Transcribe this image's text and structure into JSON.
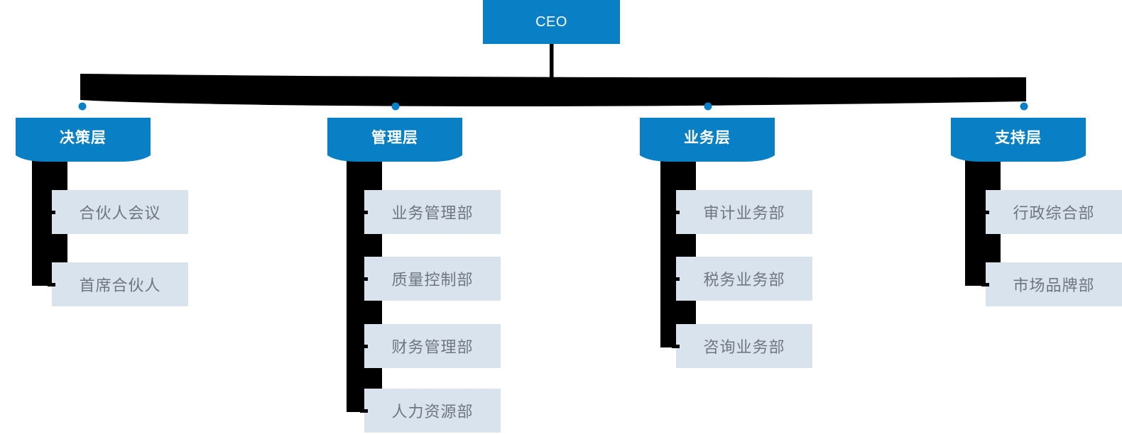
{
  "root": {
    "label": "CEO"
  },
  "branches": [
    {
      "label": "决策层",
      "children": [
        "合伙人会议",
        "首席合伙人"
      ]
    },
    {
      "label": "管理层",
      "children": [
        "业务管理部",
        "质量控制部",
        "财务管理部",
        "人力资源部"
      ]
    },
    {
      "label": "业务层",
      "children": [
        "审计业务部",
        "税务业务部",
        "咨询业务部"
      ]
    },
    {
      "label": "支持层",
      "children": [
        "行政综合部",
        "市场品牌部"
      ]
    }
  ],
  "colors": {
    "primary": "#0980c6",
    "root_text": "#ffffff",
    "branch_text": "#ffffff",
    "child_bg": "#d9e3ee",
    "child_text": "#6e7680",
    "connector": "#000000"
  }
}
